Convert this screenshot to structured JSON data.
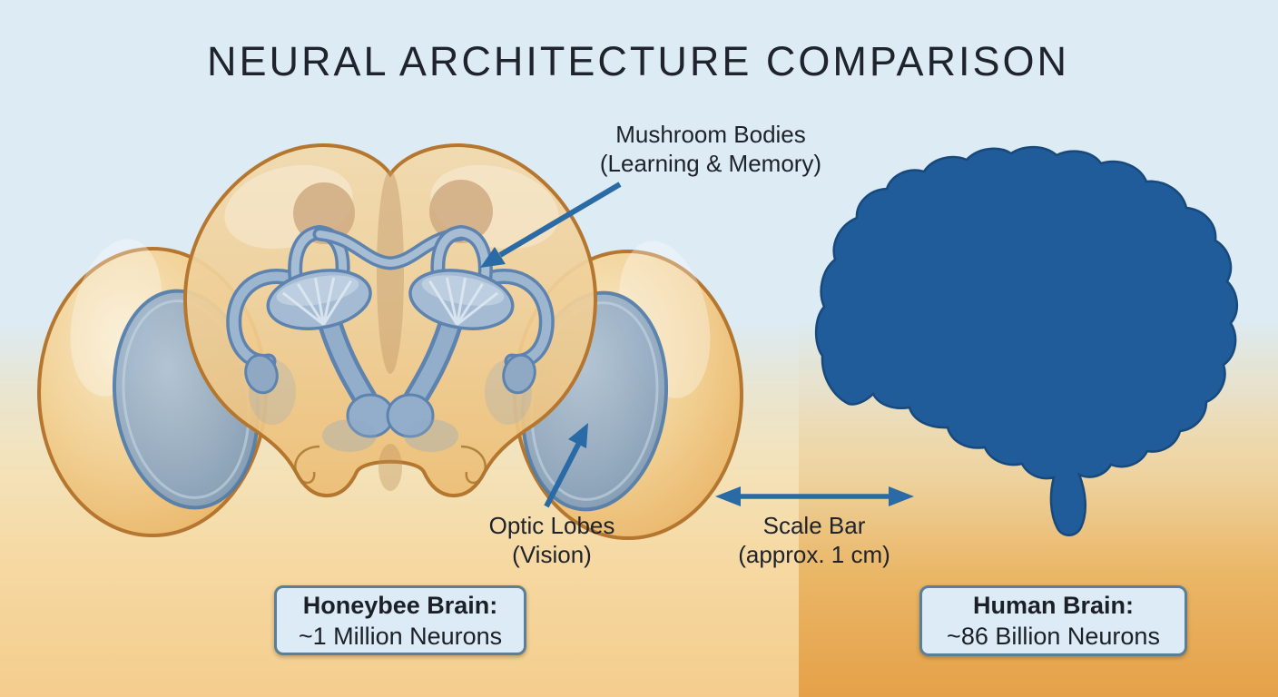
{
  "title": "NEURAL ARCHITECTURE COMPARISON",
  "annotations": {
    "mushroom_bodies": {
      "line1": "Mushroom Bodies",
      "line2": "(Learning & Memory)"
    },
    "optic_lobes": {
      "line1": "Optic Lobes",
      "line2": "(Vision)"
    },
    "scale_bar": {
      "line1": "Scale Bar",
      "line2": "(approx. 1 cm)"
    }
  },
  "stat_boxes": {
    "honeybee": {
      "title": "Honeybee Brain:",
      "value": "~1 Million Neurons"
    },
    "human": {
      "title": "Human Brain:",
      "value": "~86 Billion Neurons"
    }
  },
  "icons": {
    "mushroom_bodies_arrow": "pointer-arrow",
    "optic_lobes_arrow": "pointer-arrow",
    "scale_bar_arrow": "double-headed-arrow"
  },
  "colors": {
    "background_top": "#dcebf4",
    "background_bottom_left": "#f4cd8d",
    "background_bottom_right": "#e5a148",
    "arrow_blue": "#2a6aa5",
    "human_brain_fill": "#1f5c99",
    "bee_brain_tan": "#eec27c",
    "bee_structure_blue": "#8fa9c4",
    "box_background": "#dcebf5",
    "box_border": "#5b7e99",
    "text_dark": "#20242c"
  }
}
